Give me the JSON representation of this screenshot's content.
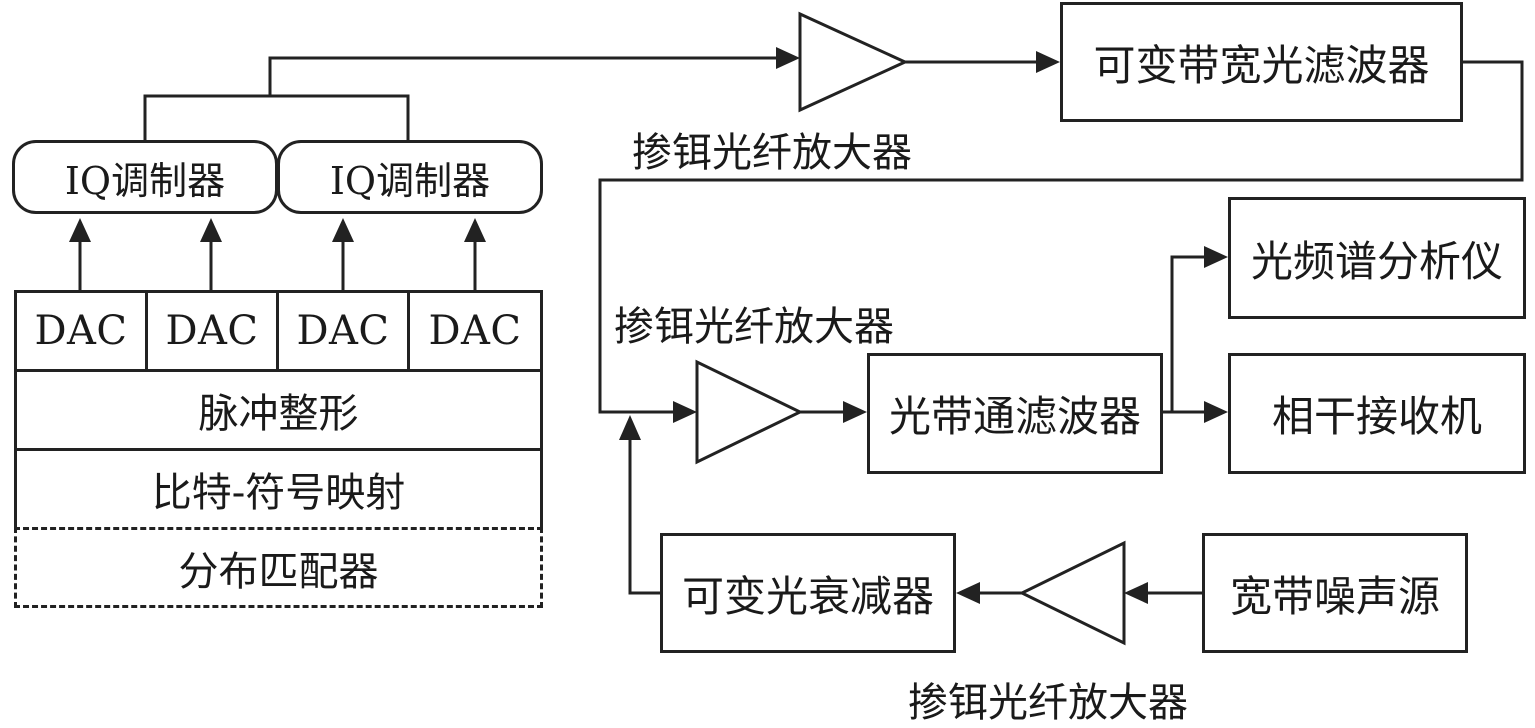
{
  "left_stack": {
    "iq_modulators": [
      "IQ调制器",
      "IQ调制器"
    ],
    "dacs": [
      "DAC",
      "DAC",
      "DAC",
      "DAC"
    ],
    "pulse_shaping": "脉冲整形",
    "bit_symbol_mapping": "比特-符号映射",
    "distribution_matcher": "分布匹配器"
  },
  "blocks": {
    "variable_bandwidth_filter": "可变带宽光滤波器",
    "osa": "光频谱分析仪",
    "bandpass_filter": "光带通滤波器",
    "coherent_receiver": "相干接收机",
    "variable_attenuator": "可变光衰减器",
    "broadband_noise_source": "宽带噪声源"
  },
  "amplifier_labels": {
    "amp_top": "掺铒光纤放大器",
    "amp_middle": "掺铒光纤放大器",
    "amp_bottom": "掺铒光纤放大器"
  }
}
